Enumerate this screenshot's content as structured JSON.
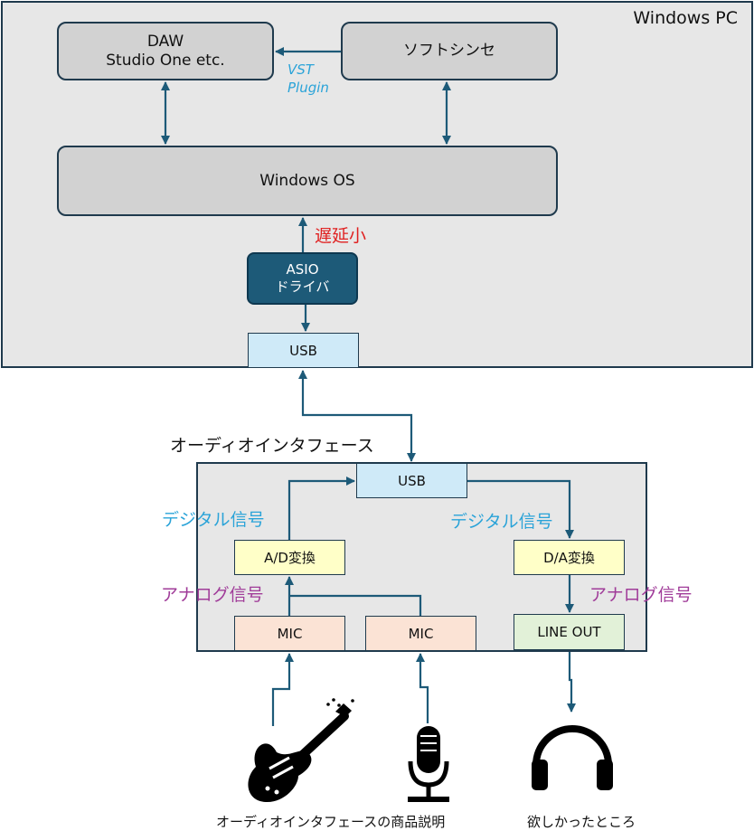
{
  "windows_pc": {
    "title": "Windows PC",
    "daw_line1": "DAW",
    "daw_line2": "Studio One etc.",
    "synth": "ソフトシンセ",
    "vst_line1": "VST",
    "vst_line2": "Plugin",
    "os": "Windows OS",
    "latency": "遅延小",
    "asio_line1": "ASIO",
    "asio_line2": "ドライバ",
    "usb": "USB"
  },
  "interface": {
    "title": "オーディオインタフェース",
    "usb": "USB",
    "ad": "A/D変換",
    "da": "D/A変換",
    "digital_left": "デジタル信号",
    "digital_right": "デジタル信号",
    "analog_left": "アナログ信号",
    "analog_right": "アナログ信号",
    "mic1": "MIC",
    "mic2": "MIC",
    "line_out": "LINE OUT"
  },
  "captions": {
    "inputs": "オーディオインタフェースの商品説明",
    "output": "欲しかったところ"
  },
  "icons": [
    "guitar-icon",
    "microphone-icon",
    "headphones-icon"
  ],
  "colors": {
    "arrow": "#1d5a78",
    "digital_label": "#2aa3d8",
    "analog_label": "#a03c99",
    "latency_label": "#e02020",
    "asio_fill": "#1d5a78"
  }
}
